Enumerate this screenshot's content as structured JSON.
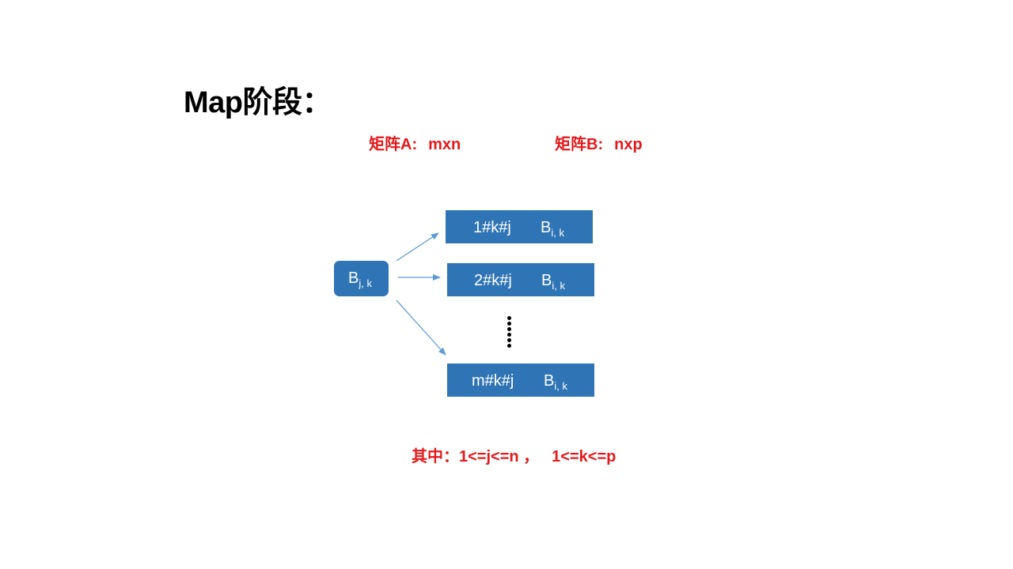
{
  "title": "Map阶段：",
  "matrix_a": {
    "label": "矩阵A:",
    "dims": "mxn"
  },
  "matrix_b": {
    "label": "矩阵B:",
    "dims": "nxp"
  },
  "source": {
    "base": "B",
    "sub": "j, k"
  },
  "records": [
    {
      "key": "1#k#j",
      "value_base": "B",
      "value_sub": "i, k"
    },
    {
      "key": "2#k#j",
      "value_base": "B",
      "value_sub": "i, k"
    },
    {
      "key": "m#k#j",
      "value_base": "B",
      "value_sub": "i, k"
    }
  ],
  "note": {
    "prefix": "其中：",
    "cond1": "1<=j<=n ，",
    "cond2": "1<=k<=p"
  },
  "colors": {
    "box": "#2f75b5",
    "arrow": "#5b9bd5",
    "highlight": "#e31a1c"
  }
}
